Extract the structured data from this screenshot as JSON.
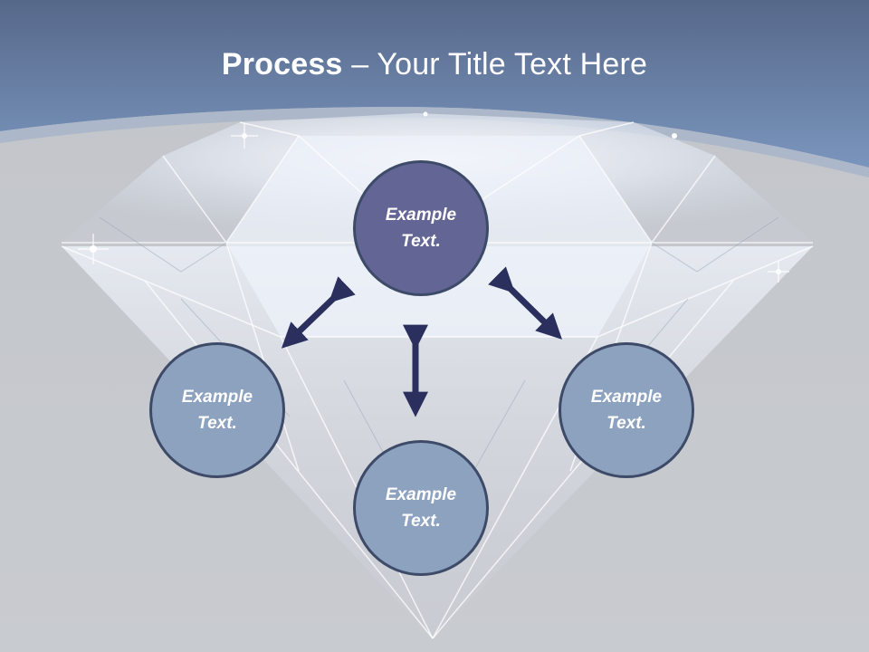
{
  "title": {
    "bold": "Process",
    "rest": " – Your Title Text Here"
  },
  "nodes": {
    "center": {
      "text": "Example\nText.",
      "color": "#636695"
    },
    "left": {
      "text": "Example\nText.",
      "color": "#8da2bf"
    },
    "right": {
      "text": "Example\nText.",
      "color": "#8da2bf"
    },
    "bottom": {
      "text": "Example\nText.",
      "color": "#8da2bf"
    }
  },
  "colors": {
    "header_top": "#5a6f92",
    "header_bottom": "#7590b8",
    "background": "#c4c7cc",
    "arrow": "#2b2f5e",
    "node_border": "#3d4a68"
  },
  "icons": {
    "arrows": "double-headed-arrow"
  }
}
